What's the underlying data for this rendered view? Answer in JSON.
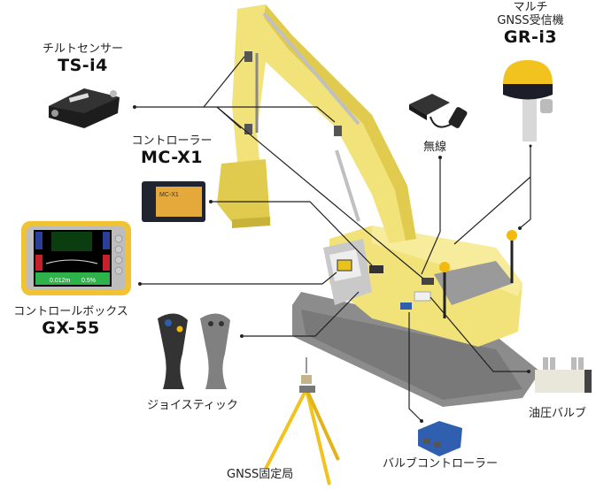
{
  "diagram": {
    "colors": {
      "excavator_body": "#f2e27a",
      "excavator_shade": "#e0cb4e",
      "track": "#8c8c8c",
      "track_dark": "#6d6d6d",
      "leader_line": "#222222",
      "gnss_yellow": "#f2b90f",
      "valve_controller_blue": "#2f5fae",
      "screen_green": "#2db34a",
      "screen_red": "#c8202a",
      "screen_blue": "#2a3f9a"
    },
    "components": [
      {
        "id": "tilt-sensor",
        "name_jp": "チルトセンサー",
        "model": "TS-i4"
      },
      {
        "id": "gnss-receiver",
        "name_jp_line1": "マルチ",
        "name_jp_line2": "GNSS受信機",
        "model": "GR-i3"
      },
      {
        "id": "controller",
        "name_jp": "コントローラー",
        "model": "MC-X1",
        "device_label": "MC-X1"
      },
      {
        "id": "radio",
        "name_jp": "無線"
      },
      {
        "id": "control-box",
        "name_jp": "コントロールボックス",
        "model": "GX-55",
        "screen_readings": [
          "0.012m",
          "0.5%"
        ]
      },
      {
        "id": "joystick",
        "name_jp": "ジョイスティック"
      },
      {
        "id": "hydraulic-valve",
        "name_jp": "油圧バルブ"
      },
      {
        "id": "gnss-base",
        "name_jp": "GNSS固定局"
      },
      {
        "id": "valve-controller",
        "name_jp": "バルブコントローラー"
      }
    ]
  }
}
